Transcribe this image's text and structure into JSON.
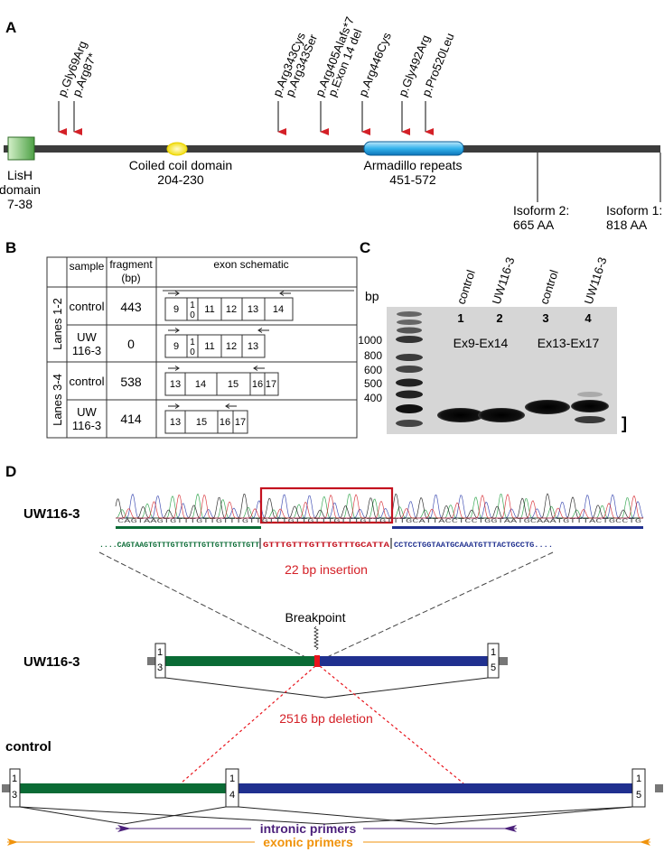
{
  "panels": {
    "A": "A",
    "B": "B",
    "C": "C",
    "D": "D"
  },
  "panelA": {
    "mutations": [
      "p.Gly69Arg",
      "p.Arg87*",
      "p.Arg343Cys",
      "p.Arg343Ser",
      "p.Arg405Alafs*7",
      "p.Exon 14 del",
      "p.Arg446Cys",
      "p.Gly492Arg",
      "p.Pro520Leu"
    ],
    "lish_name": "LisH",
    "lish_domain": "domain",
    "lish_range": "7-38",
    "coil_name": "Coiled coil domain",
    "coil_range": "204-230",
    "arm_name": "Armadillo repeats",
    "arm_range": "451-572",
    "iso2_name": "Isoform 2:",
    "iso2_len": "665 AA",
    "iso1_name": "Isoform 1:",
    "iso1_len": "818 AA"
  },
  "panelB": {
    "headers": {
      "sample": "sample",
      "fragment1": "fragment",
      "fragment2": "(bp)",
      "exon": "exon schematic"
    },
    "group1": "Lanes 1-2",
    "group2": "Lanes 3-4",
    "rows": [
      {
        "sample1": "control",
        "sample2": "",
        "fragment": "443",
        "exons": [
          "9",
          "1",
          "0",
          "11",
          "12",
          "13",
          "14"
        ]
      },
      {
        "sample1": "UW",
        "sample2": "116-3",
        "fragment": "0",
        "exons": [
          "9",
          "1",
          "0",
          "11",
          "12",
          "13"
        ]
      },
      {
        "sample1": "control",
        "sample2": "",
        "fragment": "538",
        "exons": [
          "13",
          "14",
          "15",
          "16",
          "17"
        ]
      },
      {
        "sample1": "UW",
        "sample2": "116-3",
        "fragment": "414",
        "exons": [
          "13",
          "15",
          "16",
          "17"
        ]
      }
    ]
  },
  "panelC": {
    "bp_label": "bp",
    "lane_names": [
      "control",
      "UW116-3",
      "control",
      "UW116-3"
    ],
    "lane_numbers": [
      "1",
      "2",
      "3",
      "4"
    ],
    "ladder": [
      "1000",
      "800",
      "600",
      "500",
      "400"
    ],
    "region1": "Ex9-Ex14",
    "region2": "Ex13-Ex17",
    "bracket": "]"
  },
  "panelD": {
    "sample_label": "UW116-3",
    "trace_bases": "CAGTAAGTGTTTGTTGTTTGTTGTTTGTTGTTTGTTTGTTGTTTGCATTACCTCCTGGTAATGCAAATGTTTACTGCCTG",
    "seq_green": "....CAGTAAGTGTTTGTTGTTTGTTGTTTGTTGTT",
    "seq_red": "GTTTGTTTGTTTGTTTGCATTA",
    "seq_blue": "CCTCCTGGTAATGCAAATGTTTACTGCCTG....",
    "insertion": "22 bp insertion",
    "breakpoint": "Breakpoint",
    "mid_label": "UW116-3",
    "deletion": "2516 bp deletion",
    "control_label": "control",
    "exon_left_top": "1",
    "exon_left_bottom": "3",
    "exon_mid_top": "1",
    "exon_mid_bottom": "4",
    "exon_right_top": "1",
    "exon_right_bottom": "5",
    "intronic": "intronic primers",
    "exonic": "exonic primers"
  },
  "colors": {
    "green": "#0a6b35",
    "blue": "#20308f",
    "red": "#d42027",
    "purple": "#4a1f7a",
    "orange": "#f0930c",
    "gel": "#d6d6d6"
  }
}
